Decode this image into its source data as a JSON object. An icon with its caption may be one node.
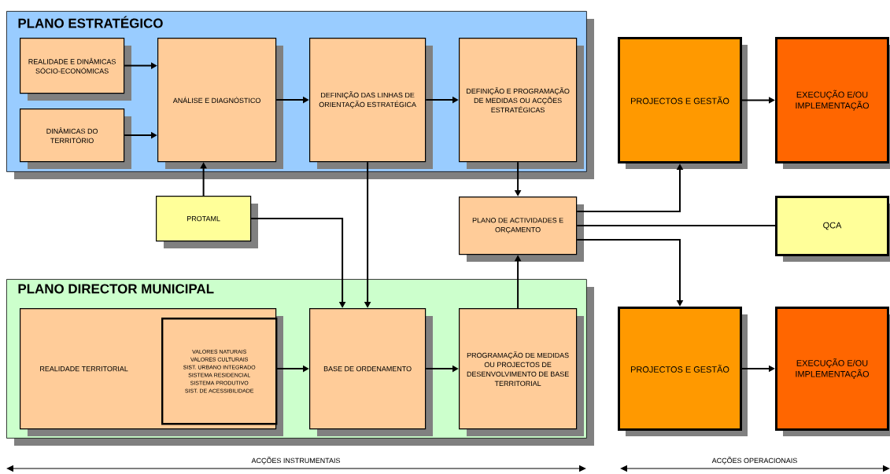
{
  "diagram": {
    "nodes": [
      {
        "text": [
          "PLANO ESTRATÉGICO"
        ]
      },
      {
        "text": [
          "REALIDADE E DINÂMICAS SÓCIO-ECONÓMICAS"
        ],
        "in": 0
      },
      {
        "text": [
          "DINÂMICAS DO TERRITÓRIO"
        ],
        "in": 0
      },
      {
        "text": [
          "ANÁLISE E DIAGNÓSTICO"
        ],
        "in": 0
      },
      {
        "text": [
          "DEFINIÇÃO DAS LINHAS DE ORIENTAÇÃO ESTRATÉGICA"
        ],
        "in": 0
      },
      {
        "text": [
          "DEFINIÇÃO E PROGRAMAÇÃO DE MEDIDAS OU ACÇÕES ESTRATÉGICAS"
        ],
        "in": 0
      },
      {
        "text": [
          "PROTAML"
        ]
      },
      {
        "text": [
          "PLANO DE ACTIVIDADES E ORÇAMENTO"
        ]
      },
      {
        "text": [
          "PLANO DIRECTOR MUNICIPAL"
        ]
      },
      {
        "text": [
          "REALIDADE TERRITORIAL"
        ],
        "in": 8
      },
      {
        "text": [
          "VALORES NATURAIS",
          "VALORES CULTURAIS",
          "SIST. URBANO INTEGRADO",
          "SISTEMA RESIDENCIAL",
          "SISTEMA PRODUTIVO",
          "SIST. DE ACESSIBILIDADE"
        ],
        "in": 9
      },
      {
        "text": [
          "BASE DE ORDENAMENTO"
        ],
        "in": 8
      },
      {
        "text": [
          "PROGRAMAÇÃO DE MEDIDAS OU PROJECTOS DE DESENVOLVIMENTO DE BASE TERRITORIAL"
        ],
        "in": 8
      },
      {
        "text": [
          "PROJECTOS E GESTÃO"
        ]
      },
      {
        "text": [
          "EXECUÇÃO E/OU IMPLEMENTAÇÃO"
        ]
      },
      {
        "text": [
          "QCA"
        ]
      },
      {
        "text": [
          "PROJECTOS E GESTÃO"
        ]
      },
      {
        "text": [
          "EXECUÇÃO E/OU IMPLEMENTAÇÃO"
        ]
      }
    ],
    "edges": [
      {
        "from": 1,
        "to": 3,
        "arrow": "to"
      },
      {
        "from": 2,
        "to": 3,
        "arrow": "to"
      },
      {
        "from": 3,
        "to": 4,
        "arrow": "to"
      },
      {
        "from": 4,
        "to": 5,
        "arrow": "to"
      },
      {
        "from": 6,
        "to": 3,
        "arrow": "to"
      },
      {
        "from": 5,
        "to": 7,
        "arrow": "to"
      },
      {
        "from": 6,
        "to": 11,
        "arrow": "to"
      },
      {
        "from": 4,
        "to": 11,
        "arrow": "to"
      },
      {
        "from": 9,
        "to": 11,
        "arrow": "to"
      },
      {
        "from": 11,
        "to": 12,
        "arrow": "to"
      },
      {
        "from": 12,
        "to": 7,
        "arrow": "to"
      },
      {
        "from": 7,
        "to": 13,
        "arrow": "to"
      },
      {
        "from": 7,
        "to": 15,
        "arrow": "none"
      },
      {
        "from": 7,
        "to": 16,
        "arrow": "to"
      },
      {
        "from": 13,
        "to": 14,
        "arrow": "to"
      },
      {
        "from": 16,
        "to": 17,
        "arrow": "to"
      }
    ],
    "labels": [
      "ACÇÕES INSTRUMENTAIS",
      "ACÇÕES OPERACIONAIS"
    ]
  }
}
